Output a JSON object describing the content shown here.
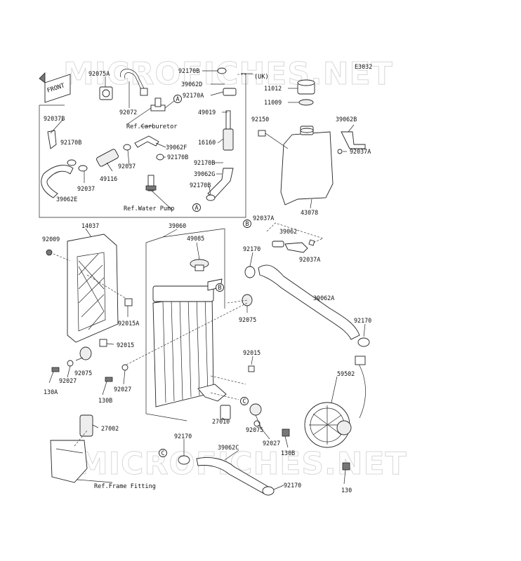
{
  "diagram": {
    "code": "E3032",
    "front_label": "FRONT",
    "watermark": "MICROFICHES.NET",
    "refs": {
      "carburetor": "Ref.Carburetor",
      "water_pump": "Ref.Water Pump",
      "frame_fitting": "Ref.Frame Fitting"
    },
    "uk_label": "(UK)",
    "callouts": [
      "A",
      "A",
      "B",
      "B",
      "C",
      "C"
    ],
    "parts": [
      "92075A",
      "92072",
      "92170B",
      "39062D",
      "92170A",
      "49019",
      "16160",
      "92037B",
      "92170B",
      "92037",
      "39062F",
      "92170B",
      "92170B",
      "39062G",
      "49116",
      "92037",
      "39062E",
      "92170B",
      "11012",
      "11009",
      "92150",
      "39062B",
      "92037A",
      "43078",
      "14037",
      "92009",
      "92015A",
      "92015",
      "39060",
      "49085",
      "92170",
      "92075",
      "92037A",
      "39062",
      "92037A",
      "39062A",
      "92170",
      "92015",
      "92075",
      "92027",
      "130A",
      "92027",
      "130B",
      "59502",
      "27002",
      "27010",
      "92075",
      "92027",
      "130B",
      "92170",
      "39062C",
      "92170",
      "130"
    ]
  }
}
